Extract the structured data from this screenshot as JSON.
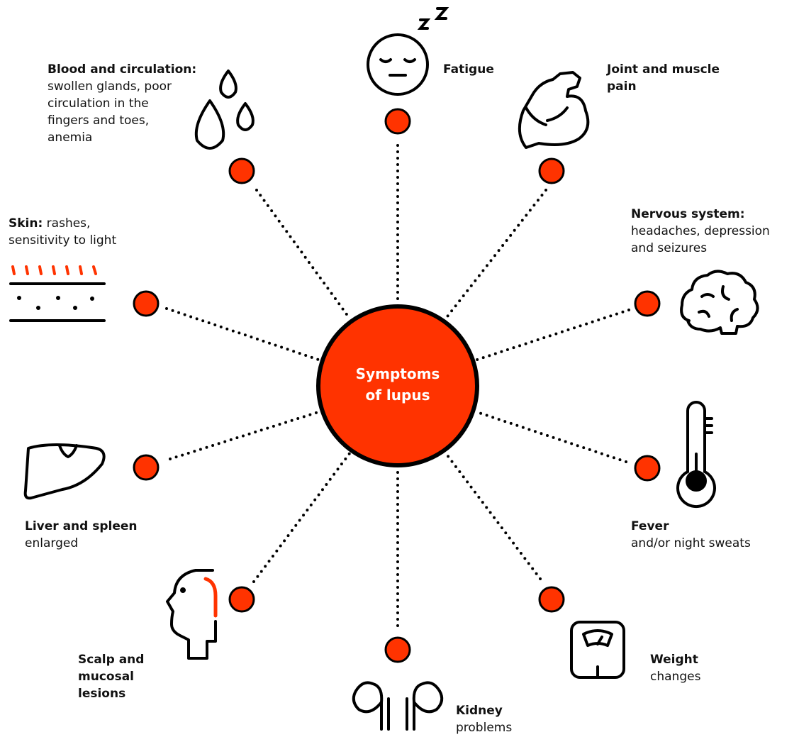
{
  "center": {
    "line1": "Symptoms",
    "line2": "of lupus"
  },
  "colors": {
    "accent": "#ff3300",
    "ink": "#000000"
  },
  "symptoms": [
    {
      "id": "fatigue",
      "title": "Fatigue",
      "detail": "",
      "icon": "sleeping-face-icon"
    },
    {
      "id": "joint",
      "title": "Joint and muscle",
      "title2": "pain",
      "detail": "",
      "icon": "flexed-arm-icon"
    },
    {
      "id": "nervous",
      "title": "Nervous system:",
      "detail1": "headaches, depression",
      "detail2": "and seizures",
      "icon": "brain-icon"
    },
    {
      "id": "fever",
      "title": "Fever",
      "detail": "and/or night sweats",
      "icon": "thermometer-icon"
    },
    {
      "id": "weight",
      "title": "Weight",
      "detail": "changes",
      "icon": "scale-icon"
    },
    {
      "id": "kidney",
      "title": "Kidney",
      "detail": "problems",
      "icon": "kidneys-icon"
    },
    {
      "id": "scalp",
      "title1": "Scalp and",
      "title2": "mucosal",
      "title3": "lesions",
      "icon": "head-profile-icon"
    },
    {
      "id": "liver",
      "title": "Liver and spleen",
      "detail": "enlarged",
      "icon": "liver-icon"
    },
    {
      "id": "skin",
      "title": "Skin:",
      "detail_inline": " rashes,",
      "detail2": "sensitivity to light",
      "icon": "skin-sunlight-icon"
    },
    {
      "id": "blood",
      "title": "Blood and circulation:",
      "detail1": "swollen glands, poor",
      "detail2": "circulation in the",
      "detail3": "fingers and toes,",
      "detail4": "anemia",
      "icon": "drops-icon"
    }
  ]
}
